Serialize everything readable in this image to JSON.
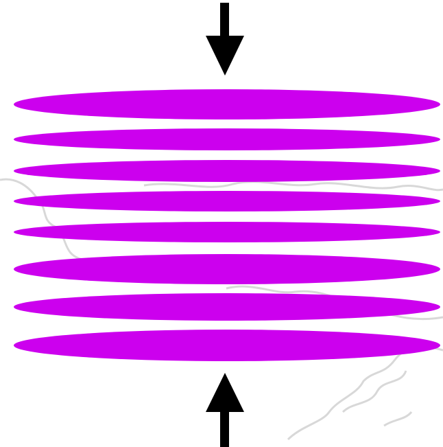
{
  "colors": {
    "background": "#ffffff",
    "disc": "#cc00ee",
    "arrow": "#000000",
    "watermark_stroke": "#d8d8d8"
  },
  "discs": {
    "count": 8
  },
  "arrows": [
    {
      "name": "top-arrow",
      "direction": "down"
    },
    {
      "name": "bottom-arrow",
      "direction": "up"
    }
  ],
  "icons": {
    "down": "arrow-down-icon",
    "up": "arrow-up-icon",
    "watermark": "map-outline-watermark"
  }
}
